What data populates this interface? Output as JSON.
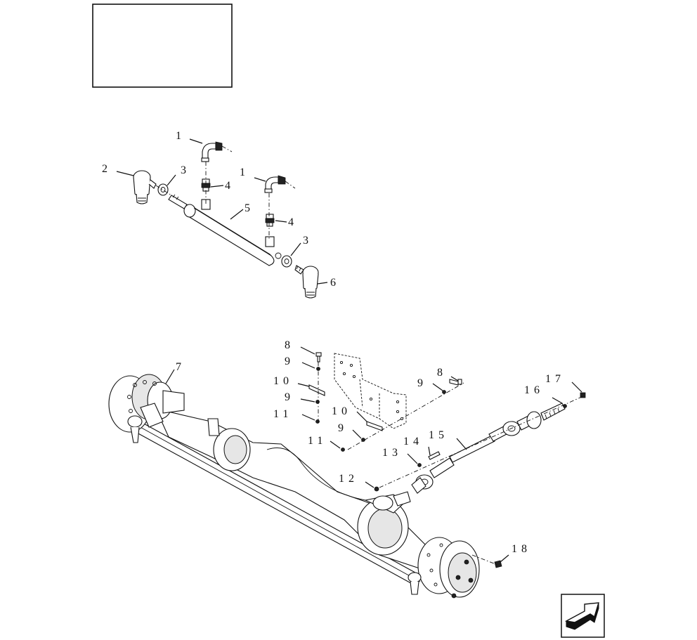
{
  "callouts": {
    "c1a": "1",
    "c1b": "1",
    "c2": "2",
    "c3a": "3",
    "c3b": "3",
    "c4a": "4",
    "c4b": "4",
    "c5": "5",
    "c6": "6",
    "c7": "7",
    "c8a": "8",
    "c8b": "8",
    "c9a": "9",
    "c9b": "9",
    "c9c": "9",
    "c9d": "9",
    "c10a": "10",
    "c10b": "10",
    "c11a": "11",
    "c11b": "11",
    "c12": "12",
    "c13": "13",
    "c14": "14",
    "c15": "15",
    "c16": "16",
    "c17": "17",
    "c18": "18"
  },
  "icons": {
    "nav": "next-page-arrow-icon"
  }
}
